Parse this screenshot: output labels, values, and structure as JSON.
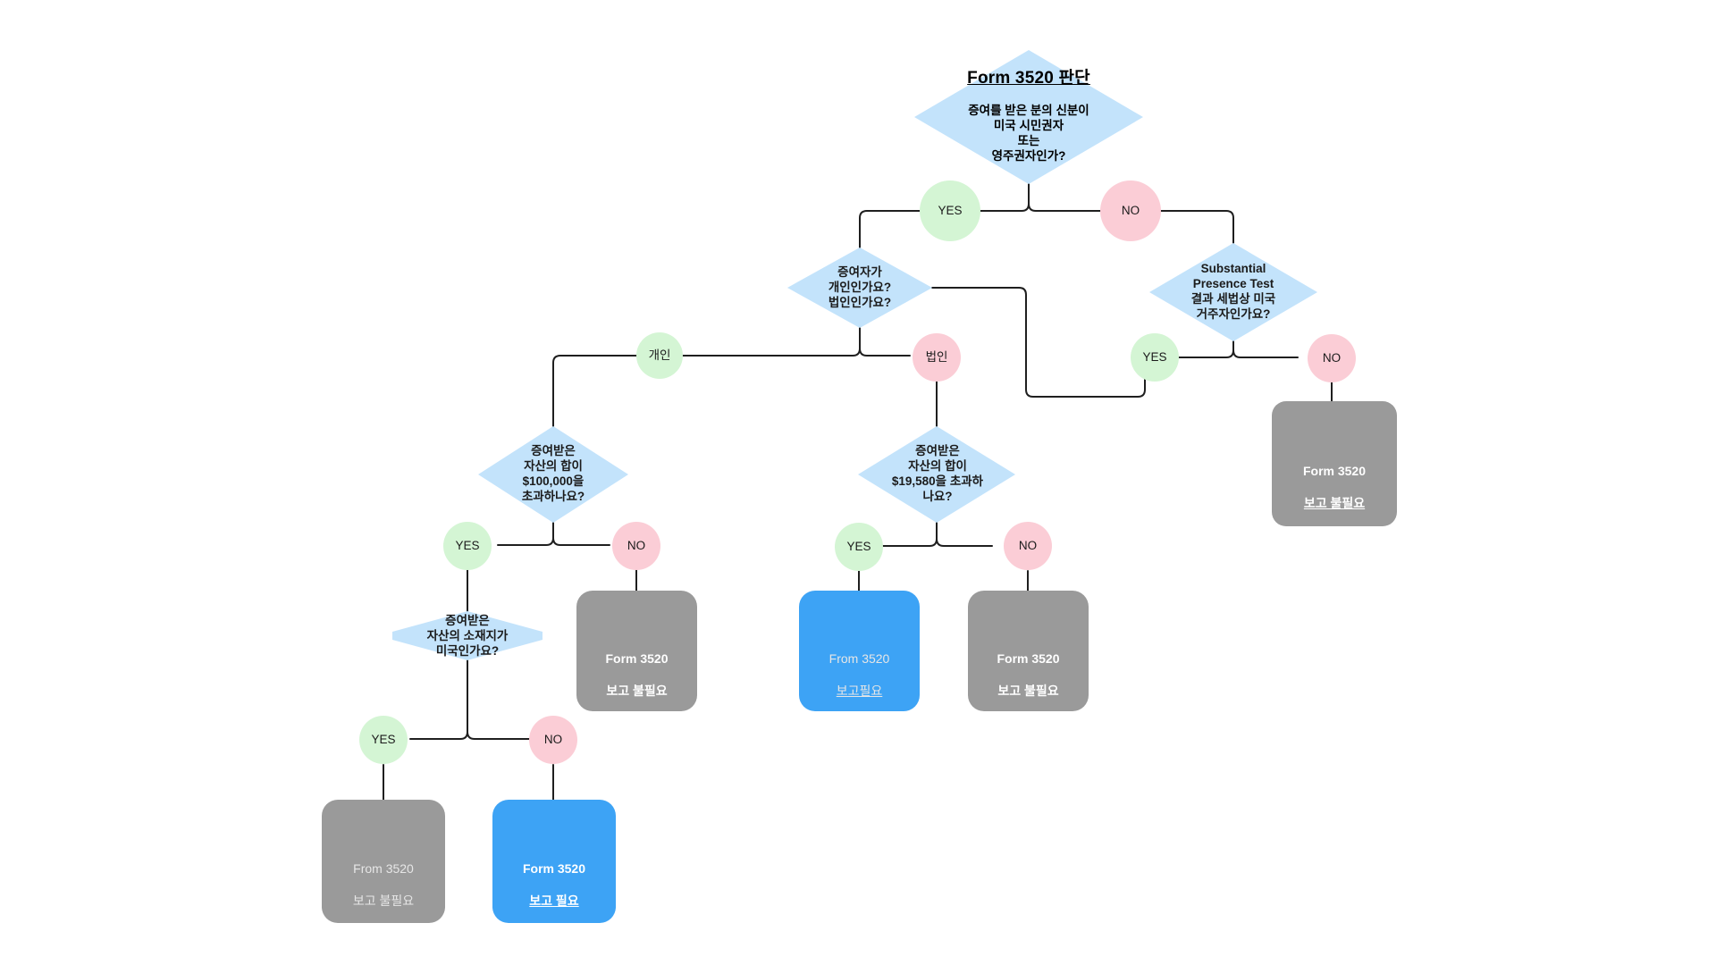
{
  "diagram": {
    "type": "decision-flowchart",
    "title": "Form 3520 판단",
    "palette": {
      "diamond_fill": "#c3e3fb",
      "yes_circle_fill": "#d4f5d4",
      "no_circle_fill": "#fbcdd6",
      "result_no_filing_fill": "#9a9a9a",
      "result_filing_fill": "#3da3f5",
      "edge_stroke": "#1f1f1f",
      "background": "#ffffff"
    },
    "root": {
      "title": "Form 3520 판단",
      "question": "증여를 받은 분의 신분이\n미국 시민권자\n또는\n영주권자인가?"
    },
    "decisions": [
      {
        "id": "donor-type",
        "text": "증여자가\n개인인가요?\n법인인가요?"
      },
      {
        "id": "substantial-presence-test",
        "text": "Substantial\nPresence Test\n결과 세법상 미국\n거주자인가요?"
      },
      {
        "id": "threshold-100000",
        "text": "증여받은\n자산의 합이\n$100,000을\n초과하나요?"
      },
      {
        "id": "threshold-19580",
        "text": "증여받은\n자산의 합이\n$19,580을 초과하\n나요?"
      },
      {
        "id": "asset-location-us",
        "text": "증여받은\n자산의 소재지가\n미국인가요?"
      }
    ],
    "edge_labels": {
      "root_yes": "YES",
      "root_no": "NO",
      "donor_individual": "개인",
      "donor_corporate": "법인",
      "spt_yes": "YES",
      "spt_no": "NO",
      "threshold100_yes": "YES",
      "threshold100_no": "NO",
      "threshold19580_yes": "YES",
      "threshold19580_no": "NO",
      "location_yes": "YES",
      "location_no": "NO"
    },
    "results": [
      {
        "id": "result-spt-no",
        "style": "no-filing",
        "line1": "Form 3520",
        "line2": "보고 불필요",
        "line1_emphasis": "strong",
        "line2_underline": true
      },
      {
        "id": "result-threshold100-no",
        "style": "no-filing",
        "line1": "Form 3520",
        "line2": "보고 불필요",
        "line1_emphasis": "strong",
        "line2_underline": false
      },
      {
        "id": "result-threshold19580-yes",
        "style": "filing",
        "line1": "From 3520",
        "line2": "보고필요",
        "line1_emphasis": "soft",
        "line2_underline": true
      },
      {
        "id": "result-threshold19580-no",
        "style": "no-filing",
        "line1": "Form 3520",
        "line2": "보고 불필요",
        "line1_emphasis": "strong",
        "line2_underline": false
      },
      {
        "id": "result-location-yes",
        "style": "no-filing",
        "line1": "From 3520",
        "line2": "보고 불필요",
        "line1_emphasis": "soft",
        "line2_underline": false
      },
      {
        "id": "result-location-no",
        "style": "filing",
        "line1": "Form 3520",
        "line2": "보고 필요",
        "line1_emphasis": "strong",
        "line2_underline": true
      }
    ]
  }
}
